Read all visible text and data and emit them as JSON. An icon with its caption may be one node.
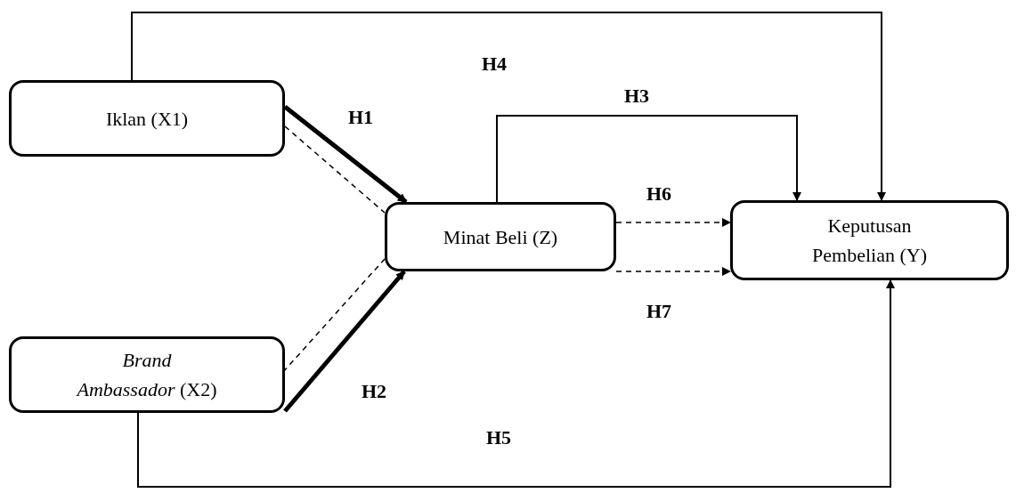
{
  "diagram": {
    "nodes": [
      {
        "text": [
          "Iklan (X1)"
        ]
      },
      {
        "text": [
          "*Brand Ambassador* (X2)"
        ]
      },
      {
        "text": [
          "Minat Beli (Z)"
        ]
      },
      {
        "text": [
          "Keputusan Pembelian (Y)"
        ]
      }
    ],
    "edges": [
      {
        "from": 0,
        "to": 2,
        "arrow": "to",
        "label": "H1",
        "style": "thick"
      },
      {
        "from": 0,
        "to": 2,
        "arrow": "none",
        "style": "dashed"
      },
      {
        "from": 1,
        "to": 2,
        "arrow": "to",
        "label": "H2",
        "style": "thick"
      },
      {
        "from": 1,
        "to": 2,
        "arrow": "none",
        "style": "dashed"
      },
      {
        "from": 2,
        "to": 3,
        "arrow": "to",
        "label": "H3"
      },
      {
        "from": 0,
        "to": 3,
        "arrow": "to",
        "label": "H4"
      },
      {
        "from": 1,
        "to": 3,
        "arrow": "to",
        "label": "H5"
      },
      {
        "from": 2,
        "to": 3,
        "arrow": "to",
        "label": "H6",
        "style": "dashed"
      },
      {
        "from": 2,
        "to": 3,
        "arrow": "to",
        "label": "H7",
        "style": "dashed"
      }
    ]
  }
}
